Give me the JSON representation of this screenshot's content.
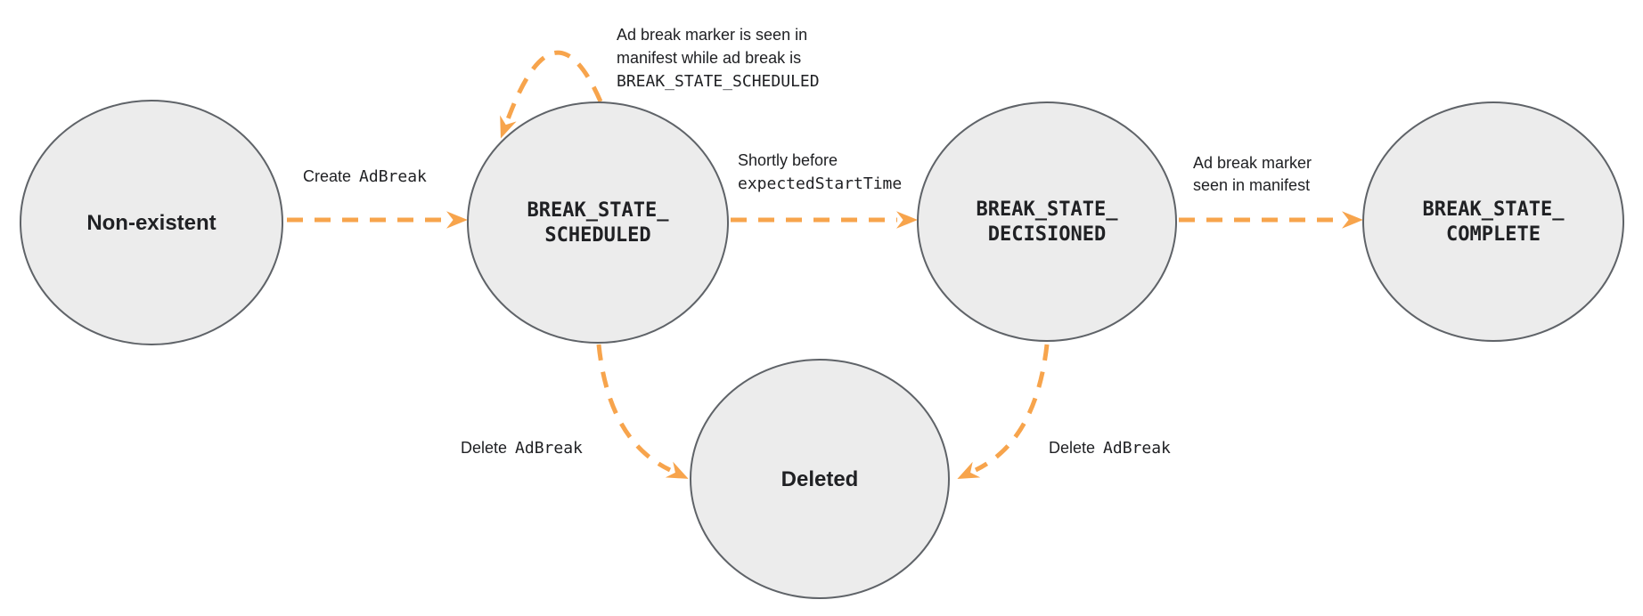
{
  "diagram": {
    "type": "state-machine",
    "colors": {
      "arrow": "#F7A44C",
      "node_fill": "#ECECEC",
      "node_stroke": "#5F6368",
      "text": "#202124"
    },
    "nodes": {
      "non_existent": {
        "label": "Non-existent"
      },
      "scheduled": {
        "line1": "BREAK_STATE_",
        "line2": "SCHEDULED"
      },
      "decisioned": {
        "line1": "BREAK_STATE_",
        "line2": "DECISIONED"
      },
      "complete": {
        "line1": "BREAK_STATE_",
        "line2": "COMPLETE"
      },
      "deleted": {
        "label": "Deleted"
      }
    },
    "edges": {
      "create": {
        "from": "non_existent",
        "to": "scheduled",
        "plain": "Create",
        "code": "AdBreak"
      },
      "marker_while_scheduled": {
        "from": "scheduled",
        "to": "scheduled",
        "line1": "Ad break marker is seen in",
        "line2": "manifest while ad break is",
        "code": "BREAK_STATE_SCHEDULED"
      },
      "shortly_before": {
        "from": "scheduled",
        "to": "decisioned",
        "plain": "Shortly before",
        "code": "expectedStartTime"
      },
      "marker_seen": {
        "from": "decisioned",
        "to": "complete",
        "line1": "Ad break marker",
        "line2": "seen in manifest"
      },
      "delete_from_scheduled": {
        "from": "scheduled",
        "to": "deleted",
        "plain": "Delete",
        "code": "AdBreak"
      },
      "delete_from_decisioned": {
        "from": "decisioned",
        "to": "deleted",
        "plain": "Delete",
        "code": "AdBreak"
      }
    }
  }
}
